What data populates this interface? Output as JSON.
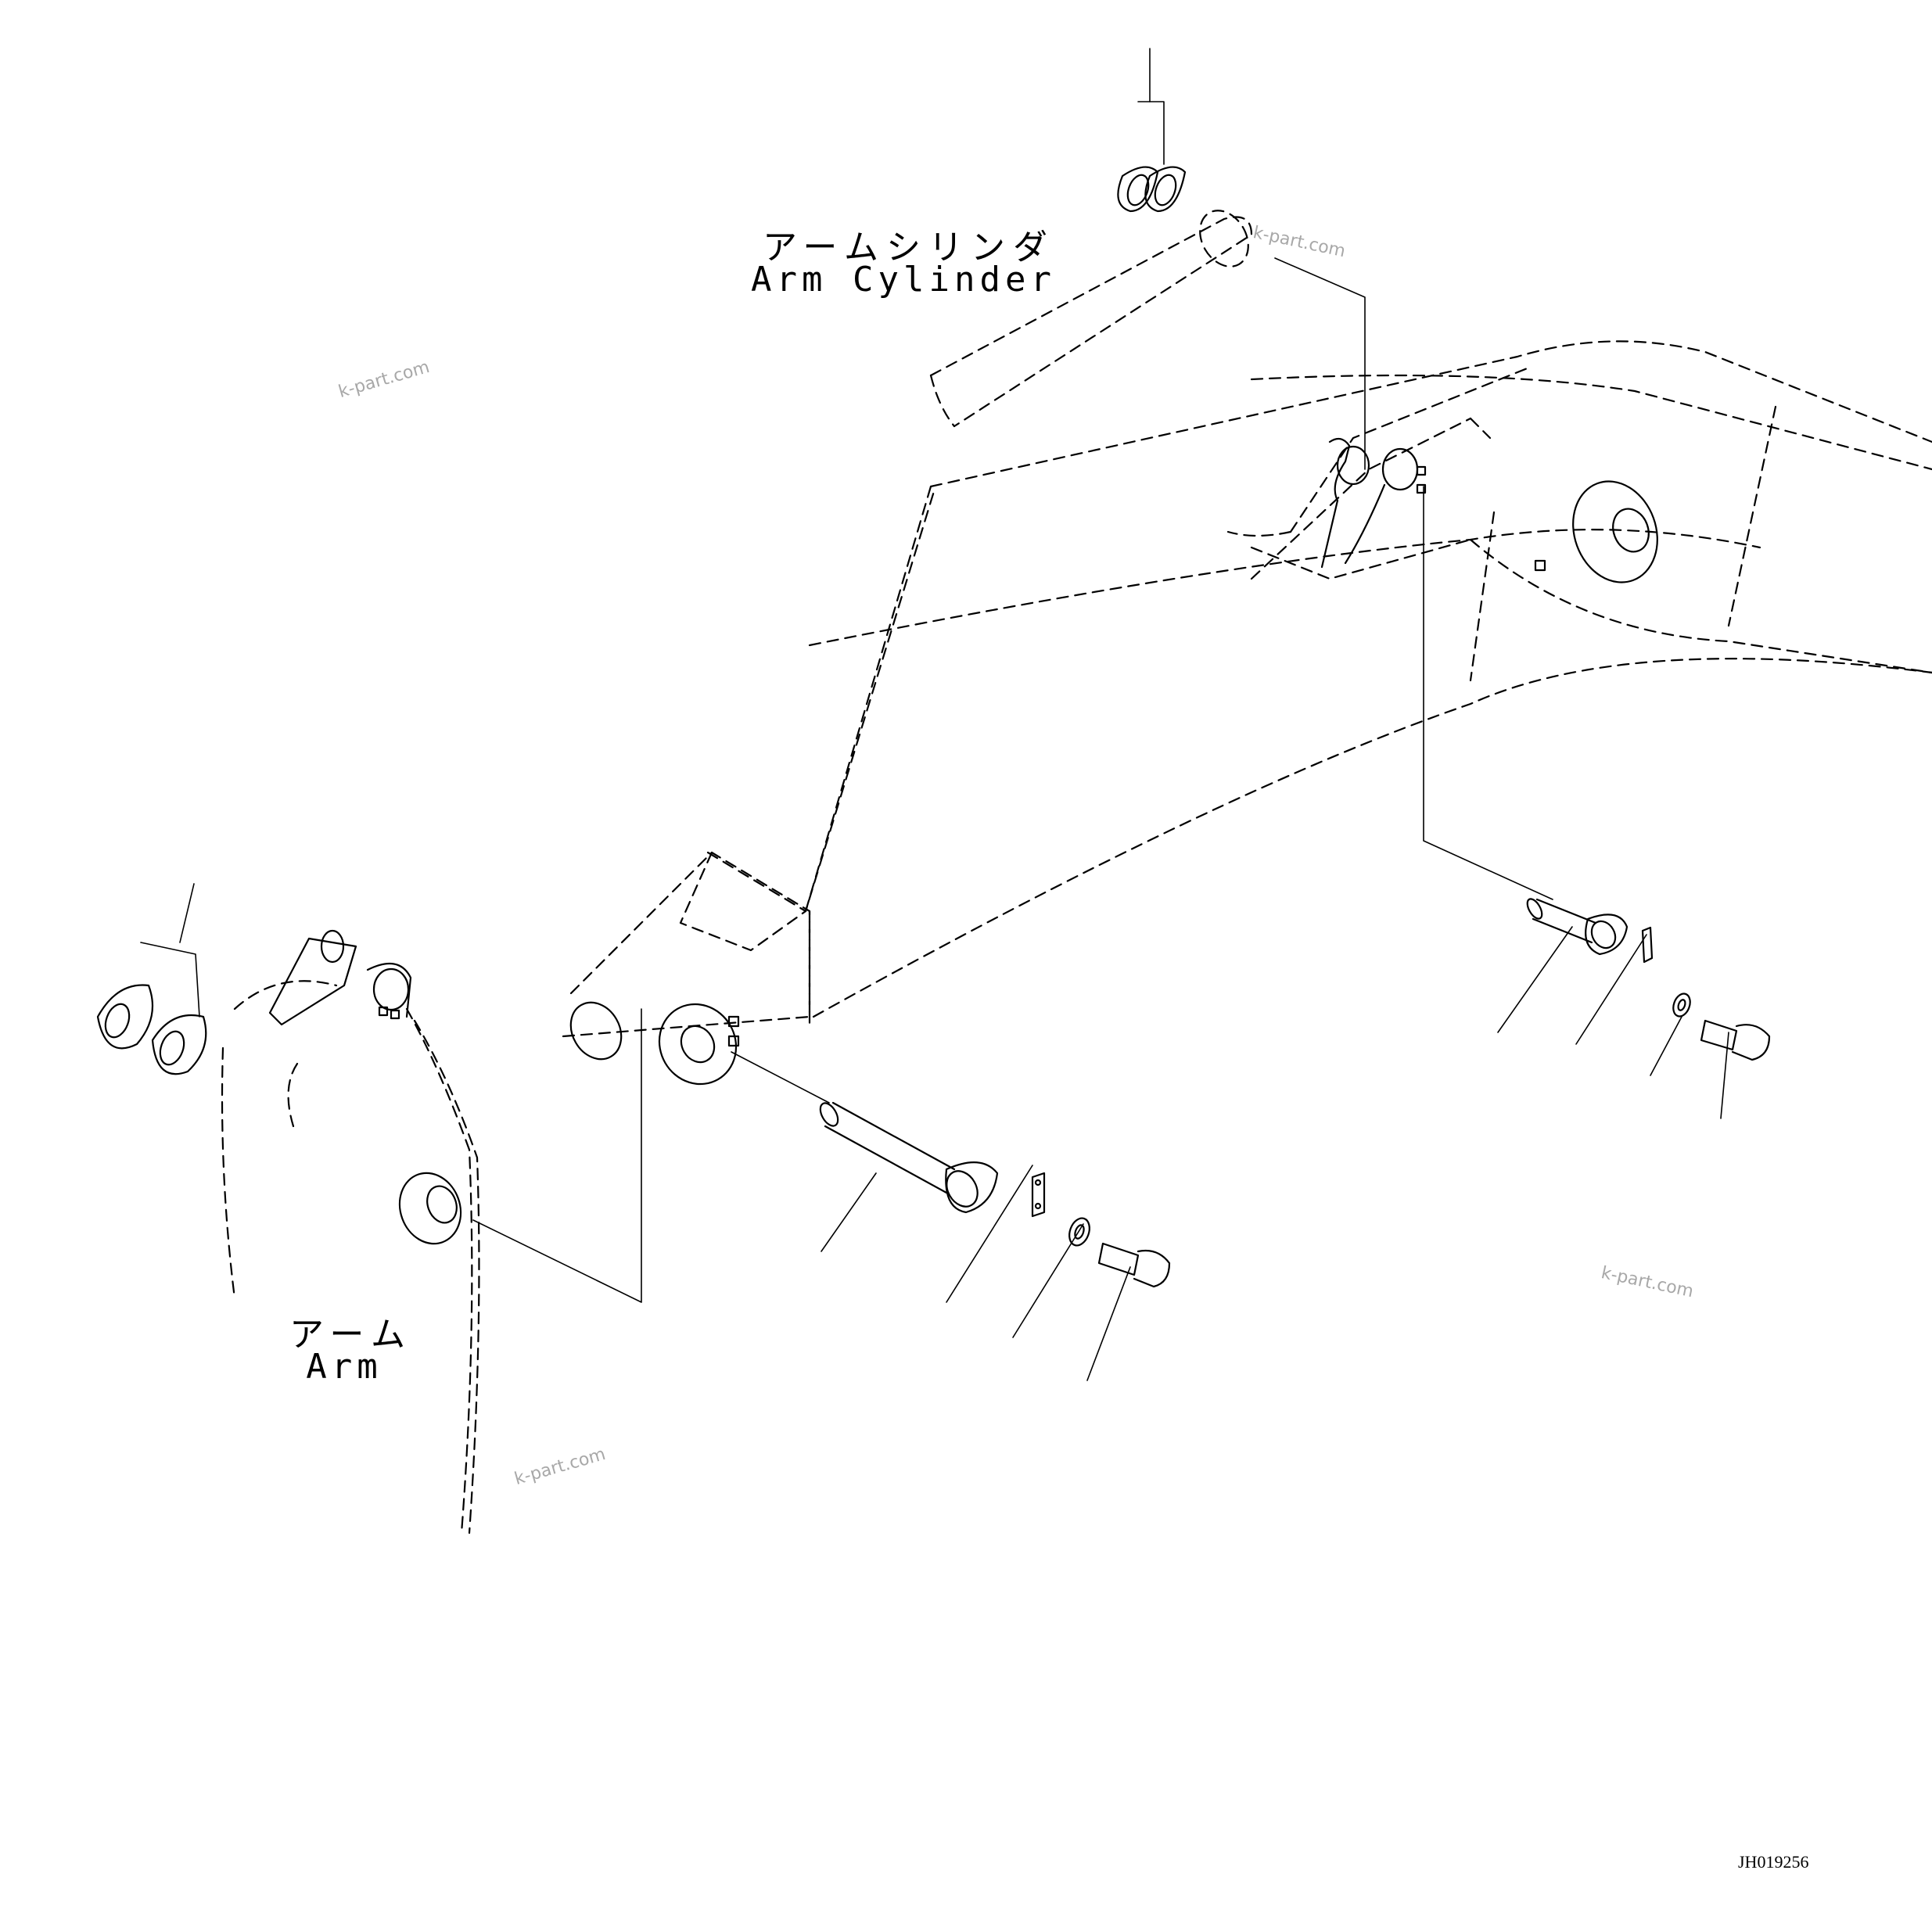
{
  "labels": {
    "arm_cylinder_jp": "アームシリンダ",
    "arm_cylinder_en": "Arm Cylinder",
    "arm_jp": "アーム",
    "arm_en": "Arm"
  },
  "watermark": "k-part.com",
  "drawing_code": "JH019256",
  "colors": {
    "line": "#000000",
    "watermark": "#a8a8a8"
  }
}
